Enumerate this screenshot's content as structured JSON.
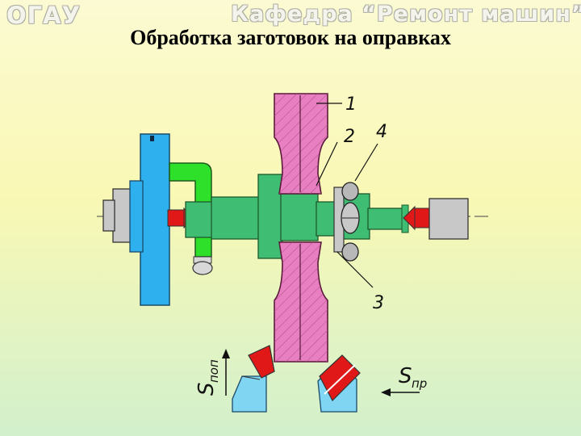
{
  "header": {
    "org": "ОГАУ",
    "department": "Кафедра “Ремонт машин”"
  },
  "title": "Обработка заготовок на оправках",
  "labels": {
    "part1": "1",
    "part2": "2",
    "part3": "3",
    "part4": "4",
    "feed_transverse": "S",
    "feed_transverse_sub": "поп",
    "feed_longitudinal": "S",
    "feed_longitudinal_sub": "пр"
  },
  "colors": {
    "workpiece": "#e87fc0",
    "mandrel": "#3fbd73",
    "faceplate": "#2fb0ee",
    "dog": "#2ee02a",
    "centers": "#e01818",
    "tailstock": "#c8c8c8",
    "tool_body": "#7fd5f2"
  }
}
